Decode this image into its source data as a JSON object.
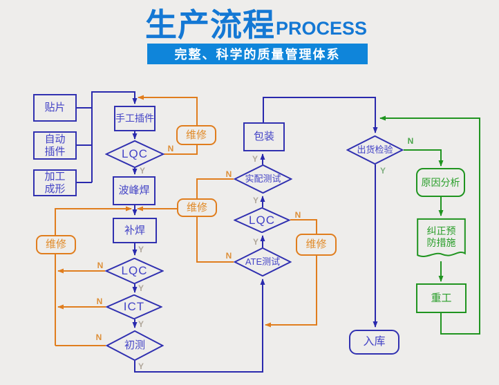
{
  "header": {
    "title_zh": "生产流程",
    "title_en": "PROCESS",
    "subtitle": "完整、科学的质量管理体系",
    "title_color": "#1478d4",
    "banner_bg": "#0f85da"
  },
  "colors": {
    "background": "#eeedeb",
    "flow_blue": "#2929ad",
    "repair_orange": "#e07d1d",
    "rework_green": "#1f941f"
  },
  "labels": {
    "yes": "Y",
    "no": "N"
  },
  "nodes": {
    "tiepian": {
      "label": "贴片"
    },
    "zidong": {
      "label": "自动\n插件"
    },
    "jiagong": {
      "label": "加工\n成形"
    },
    "shougong": {
      "label": "手工插件"
    },
    "lqc1": {
      "label": "LQC"
    },
    "bofenghan": {
      "label": "波峰焊"
    },
    "buhan": {
      "label": "补焊"
    },
    "lqc2": {
      "label": "LQC"
    },
    "ict": {
      "label": "ICT"
    },
    "chuce": {
      "label": "初测"
    },
    "weixiu1": {
      "label": "维修"
    },
    "weixiu2": {
      "label": "维修"
    },
    "weixiu3": {
      "label": "维修"
    },
    "weixiu4": {
      "label": "维修"
    },
    "shipei": {
      "label": "实配测试"
    },
    "lqc3": {
      "label": "LQC"
    },
    "ate": {
      "label": "ATE测试"
    },
    "baozhuang": {
      "label": "包装"
    },
    "chuhuo": {
      "label": "出货检验"
    },
    "ruku": {
      "label": "入库"
    },
    "yuanyin": {
      "label": "原因分析"
    },
    "jiuzheng": {
      "label": "纠正预\n防措施"
    },
    "zhonggong": {
      "label": "重工"
    }
  }
}
